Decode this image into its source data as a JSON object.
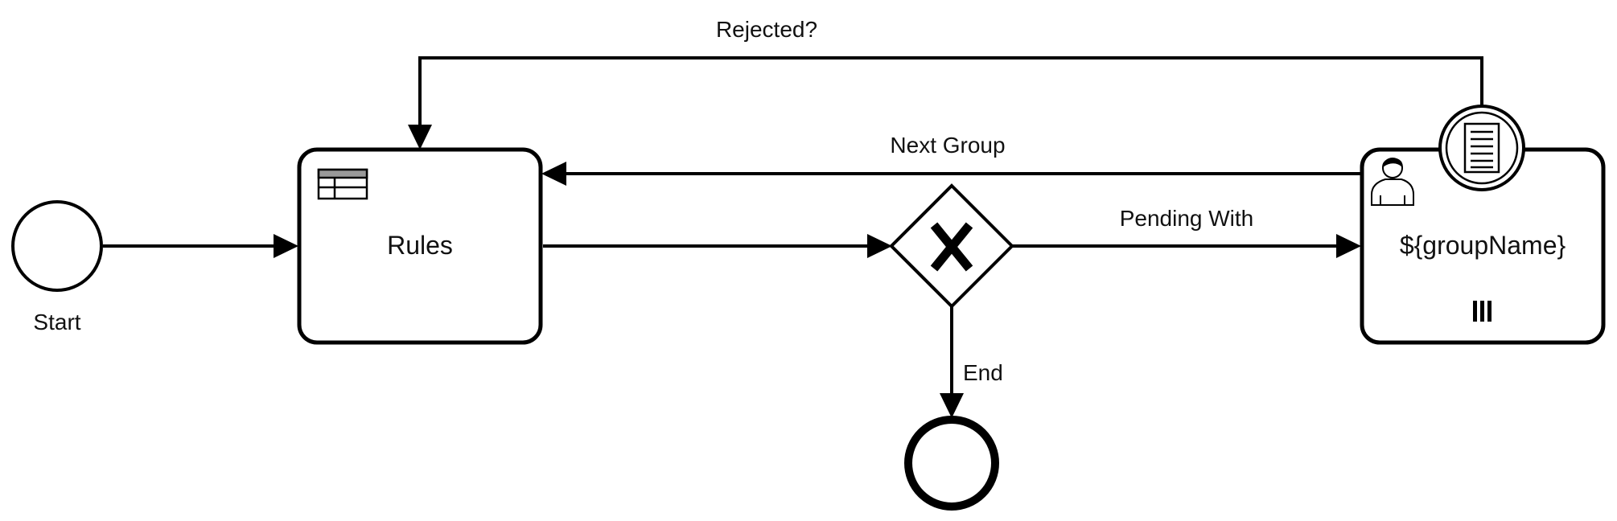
{
  "diagram": {
    "nodes": {
      "start_event": {
        "label": "Start"
      },
      "rules_task": {
        "label": "Rules",
        "icon": "business-rule-icon"
      },
      "gateway": {
        "marker": "X",
        "type": "exclusive-gateway"
      },
      "group_task": {
        "label": "${groupName}",
        "icon": "user-icon",
        "marker": "parallel-multi-instance-icon"
      },
      "boundary_event": {
        "icon": "conditional-document-icon"
      },
      "end_event": {
        "label": ""
      }
    },
    "flows": {
      "rejected": {
        "label": "Rejected?"
      },
      "next_group": {
        "label": "Next Group"
      },
      "pending_with": {
        "label": "Pending With"
      },
      "end": {
        "label": "End"
      }
    }
  }
}
